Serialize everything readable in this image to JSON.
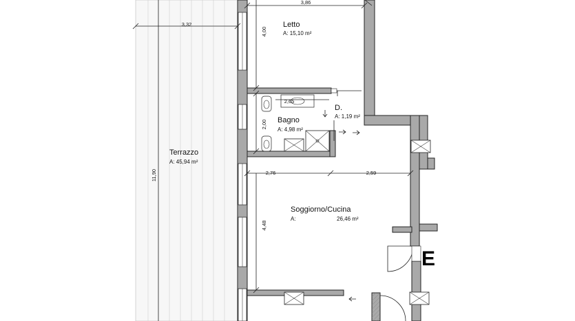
{
  "rooms": {
    "letto": {
      "name": "Letto",
      "area": "A: 15,10 m²"
    },
    "bagno": {
      "name": "Bagno",
      "area": "A: 4,98 m²"
    },
    "disimpegno": {
      "name": "D.",
      "area": "A: 1,19 m²"
    },
    "terrazzo": {
      "name": "Terrazzo",
      "area": "A: 45,94 m²"
    },
    "soggiorno": {
      "name": "Soggiorno/Cucina",
      "area_prefix": "A:",
      "area_value": "26,46 m²"
    }
  },
  "dimensions": {
    "letto_width": "3,86",
    "terrazzo_width": "3,32",
    "letto_height": "4,00",
    "bagno_width": "2,65",
    "bagno_height": "2,00",
    "terrazzo_length": "11,90",
    "soggiorno_width_left": "2,76",
    "soggiorno_width_right": "2,59",
    "soggiorno_height": "4,48"
  },
  "entrance_label": "E"
}
